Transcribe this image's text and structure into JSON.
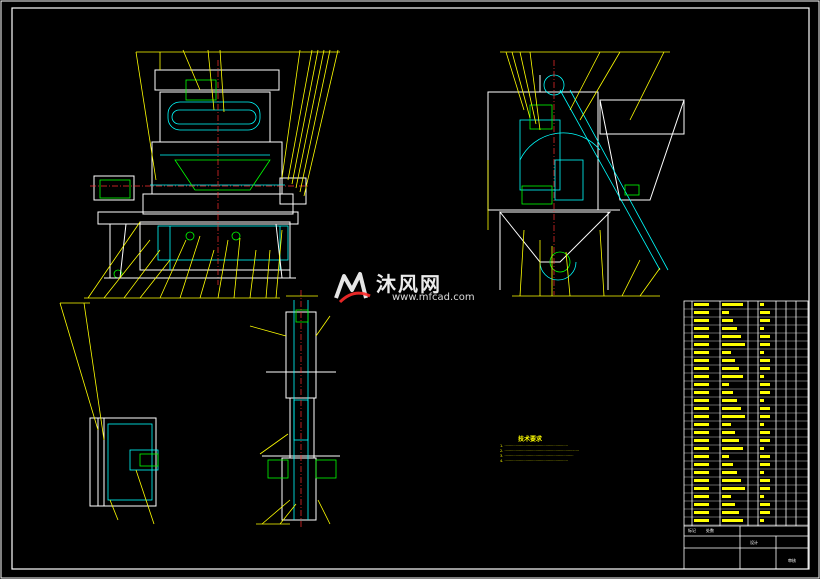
{
  "watermark": {
    "cn": "沐风网",
    "url": "www.mfcad.com"
  },
  "tech_requirements": {
    "title": "技术要求",
    "notes": [
      "1. ·························································",
      "2. ···································································",
      "3. ······························································",
      "4. ·························································"
    ]
  },
  "title_block": {
    "label_1": "标记",
    "label_2": "处数",
    "label_3": "设计",
    "label_4": "审核"
  },
  "colors": {
    "frame": "#ffffff",
    "part_line": "#ffffff",
    "leader": "#ffff00",
    "center": "#ff3030",
    "hatch": "#00ff00",
    "hidden": "#00ffff"
  }
}
